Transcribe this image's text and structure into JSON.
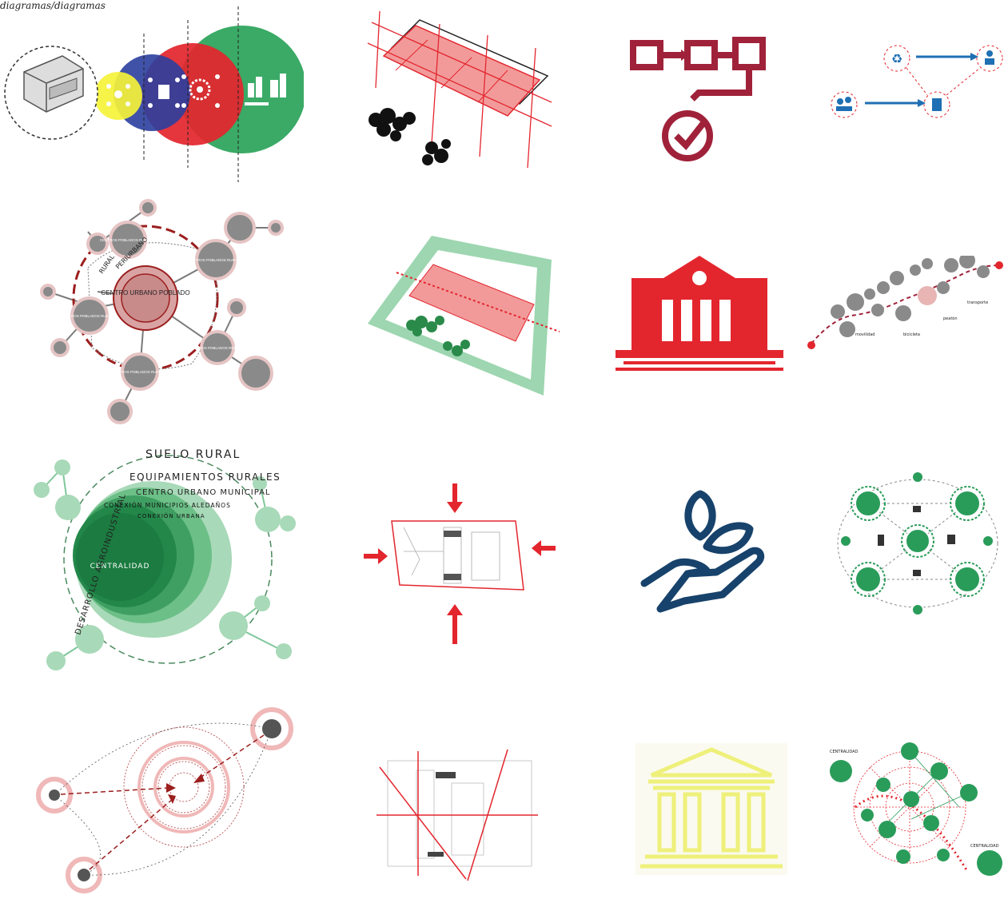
{
  "caption": "diagramas/diagramas",
  "colors": {
    "red": "#e3262e",
    "dark_red": "#9c1e1e",
    "maroon": "#a0223a",
    "green": "#2a9c5a",
    "light_green": "#7fc79a",
    "blue": "#1e6fb3",
    "navy": "#17426b",
    "yellow": "#f2f24a",
    "pale_yellow": "#eef07a",
    "gray": "#7a7a7a"
  },
  "venn": {
    "icon_names": [
      "building-sketch-icon",
      "people-network-icon",
      "community-icon",
      "gear-network-icon",
      "city-skyline-icon"
    ]
  },
  "flow_icons": [
    "recycle-icon",
    "person-icon",
    "people-icon",
    "building-icon"
  ],
  "hub": {
    "center": "CENTRO URBANO POBLADO",
    "ring_inner": "PERIURBANO",
    "ring_outer": "RURAL",
    "satellites": [
      "CENTROS POBLADOS RURALES",
      "CENTROS POBLADOS RURALES",
      "CENTROS POBLADOS RURALES",
      "CENTROS POBLADOS RURALES",
      "CENTROS POBLADOS RURALES"
    ]
  },
  "nested": {
    "outer": "SUELO RURAL",
    "left_arc": "DESARROLLO AGROINDUSTRIAL",
    "ring1": "EQUIPAMIENTOS RURALES",
    "ring2": "CENTRO URBANO MUNICIPAL",
    "ring3": "CONEXIÓN MUNICIPIOS ALEDAÑOS",
    "ring4": "CONEXIÓN URBANA",
    "core": "CENTRALIDAD"
  },
  "route": {
    "labels": [
      "movilidad",
      "bicicleta",
      "peatón",
      "transporte"
    ]
  },
  "green_net": {
    "labels": [
      "CENTRALIDAD",
      "CENTRALIDAD"
    ]
  }
}
